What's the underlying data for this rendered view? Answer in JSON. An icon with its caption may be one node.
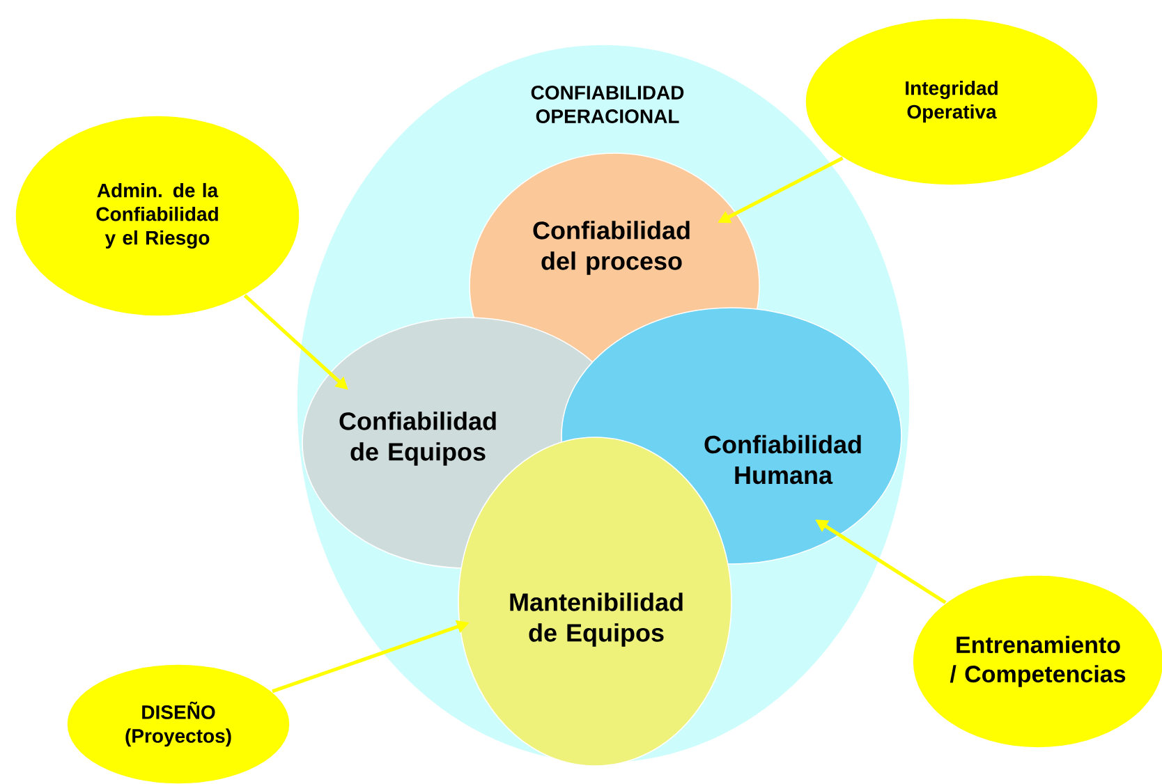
{
  "diagram": {
    "nodes": [
      {
        "text": [
          "CONFIABILIDAD OPERACIONAL"
        ]
      },
      {
        "text": [
          "Confiabilidad del proceso"
        ],
        "in": 0
      },
      {
        "text": [
          "Confiabilidad de Equipos"
        ],
        "in": 0
      },
      {
        "text": [
          "Confiabilidad Humana"
        ],
        "in": 0
      },
      {
        "text": [
          "Mantenibilidad de Equipos"
        ],
        "in": 0
      },
      {
        "text": [
          "Integridad Operativa"
        ]
      },
      {
        "text": [
          "Admin. de la Confiabilidad y el Riesgo"
        ]
      },
      {
        "text": [
          "Entrenamiento / Competencias"
        ]
      },
      {
        "text": [
          "DISEÑO (Proyectos)"
        ]
      }
    ],
    "edges": [
      {
        "from": 5,
        "to": 1,
        "arrow": "to"
      },
      {
        "from": 6,
        "to": 2,
        "arrow": "to"
      },
      {
        "from": 7,
        "to": 3,
        "arrow": "to"
      },
      {
        "from": 8,
        "to": 4,
        "arrow": "to"
      }
    ]
  }
}
